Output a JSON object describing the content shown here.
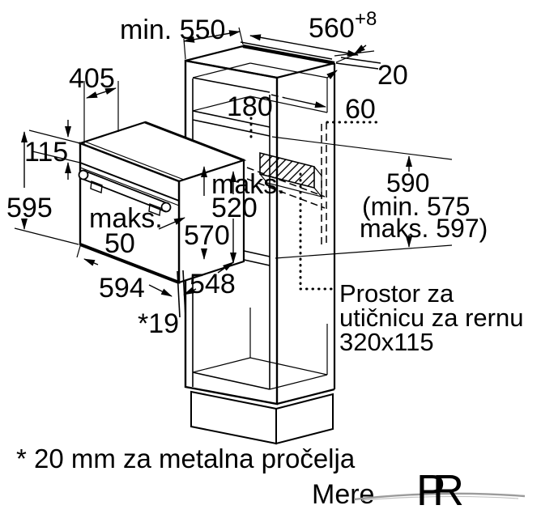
{
  "diagram": {
    "dimensions": {
      "min550": "min. 550",
      "w560": "560",
      "w560_tol": "+8",
      "gap20": "20",
      "d60": "60",
      "d405": "405",
      "d115": "115",
      "d595": "595",
      "d180": "180",
      "maks_word": "maks.",
      "d520": "520",
      "d570": "570",
      "maks50_word": "maks.",
      "d50": "50",
      "d594": "594",
      "d548": "548",
      "d19": "*19",
      "d590": "590",
      "d590_min": "(min. 575",
      "d590_max": "maks. 597)"
    },
    "socket_label": {
      "line1": "Prostor za",
      "line2": "utičnicu za rernu",
      "line3": "320x115"
    },
    "footnote": "* 20 mm za metalna pročelja",
    "caption": "Mere",
    "logo_text": "PR",
    "colors": {
      "ink": "#000000",
      "logo": "#2b3446",
      "swoosh": "#9b9b9b",
      "background": "#ffffff"
    }
  }
}
